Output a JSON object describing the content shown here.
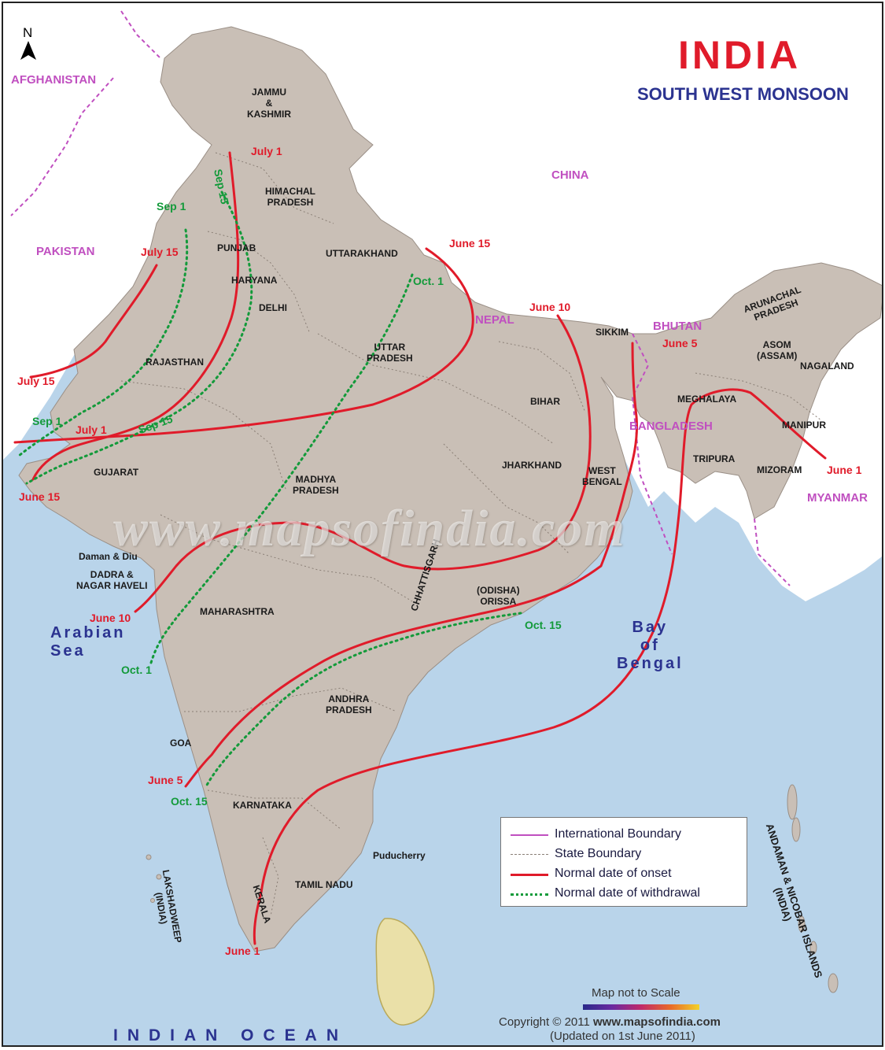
{
  "title": "INDIA",
  "subtitle": "SOUTH WEST MONSOON",
  "north_arrow": "N",
  "countries": {
    "afghanistan": "AFGHANISTAN",
    "pakistan": "PAKISTAN",
    "china": "CHINA",
    "nepal": "NEPAL",
    "bhutan": "BHUTAN",
    "bangladesh": "BANGLADESH",
    "myanmar": "MYANMAR"
  },
  "states": {
    "jammu_kashmir": "JAMMU\n&\nKASHMIR",
    "himachal": "HIMACHAL\nPRADESH",
    "punjab": "PUNJAB",
    "haryana": "HARYANA",
    "delhi": "DELHI",
    "uttarakhand": "UTTARAKHAND",
    "uttar_pradesh": "UTTAR\nPRADESH",
    "rajasthan": "RAJASTHAN",
    "gujarat": "GUJARAT",
    "madhya_pradesh": "MADHYA\nPRADESH",
    "bihar": "BIHAR",
    "jharkhand": "JHARKHAND",
    "west_bengal": "WEST\nBENGAL",
    "sikkim": "SIKKIM",
    "arunachal": "ARUNACHAL\nPRADESH",
    "asom": "ASOM\n(ASSAM)",
    "nagaland": "NAGALAND",
    "meghalaya": "MEGHALAYA",
    "manipur": "MANIPUR",
    "tripura": "TRIPURA",
    "mizoram": "MIZORAM",
    "daman_diu": "Daman & Diu",
    "dadra": "DADRA &\nNAGAR HAVELI",
    "maharashtra": "MAHARASHTRA",
    "chhattisgarh": "CHHATTISGARH",
    "orissa": "(ODISHA)\nORISSA",
    "andhra": "ANDHRA\nPRADESH",
    "goa": "GOA",
    "karnataka": "KARNATAKA",
    "puducherry": "Puducherry",
    "tamil_nadu": "TAMIL NADU",
    "kerala": "KERALA",
    "lakshadweep": "LAKSHADWEEP\n(INDIA)",
    "andaman": "ANDAMAN & NICOBAR ISLANDS\n(INDIA)"
  },
  "seas": {
    "arabian": "Arabian\nSea",
    "bay": "Bay\nof\nBengal",
    "indian_ocean": "INDIAN OCEAN"
  },
  "onset_labels": [
    "July 1",
    "July 15",
    "July 15",
    "July 1",
    "June 15",
    "June 15",
    "June 10",
    "June 5",
    "June 1",
    "June 10",
    "June 5",
    "June 1"
  ],
  "withdrawal_labels": [
    "Sep 1",
    "Sep 15",
    "Sep 1",
    "Sep 15",
    "Oct. 1",
    "Oct. 1",
    "Oct. 15",
    "Oct. 15"
  ],
  "watermark": "www.mapsofindia.com",
  "legend": {
    "international_boundary": "International Boundary",
    "state_boundary": "State Boundary",
    "onset": "Normal date of onset",
    "withdrawal": "Normal date of withdrawal"
  },
  "scale_note": "Map not to Scale",
  "copyright_prefix": "Copyright © 2011 ",
  "copyright_site": "www.mapsofindia.com",
  "updated": "(Updated on 1st June 2011)",
  "colors": {
    "sea": "#b9d4ea",
    "india_land": "#c9bfb6",
    "neighbour_land": "#ffffff",
    "onset_line": "#e01b2a",
    "withdrawal_line": "#139a3a",
    "international_boundary": "#c04fc0",
    "title_red": "#e01b2a",
    "subtitle_blue": "#2b3390"
  }
}
